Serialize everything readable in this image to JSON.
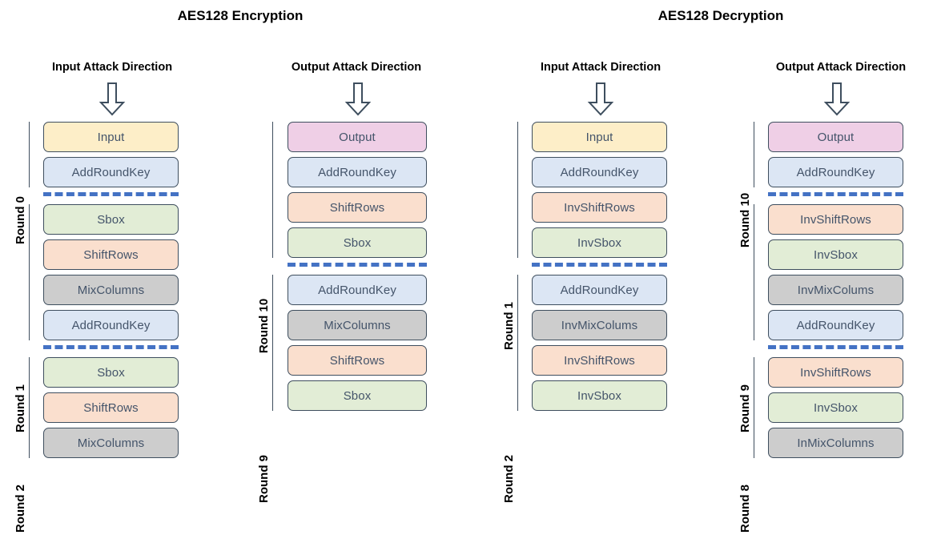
{
  "titles": {
    "encryption": "AES128 Encryption",
    "decryption": "AES128 Decryption"
  },
  "icons": {
    "attack_arrow": "down-block-arrow-icon"
  },
  "colors": {
    "input_fill": "#FDEEC8",
    "output_fill": "#EFCFE6",
    "addroundkey_fill": "#DCE6F4",
    "shiftrows_fill": "#FADFCE",
    "sbox_fill": "#E2EDD6",
    "mixcolumns_fill": "#CDCDCD",
    "box_border": "#3E4E5E",
    "box_text": "#44546A",
    "separator": "#4472C4",
    "title_text": "#000000"
  },
  "columns": [
    {
      "id": "enc-input",
      "heading": "Input Attack Direction",
      "rounds": [
        {
          "label": "Round 0",
          "steps": [
            {
              "label": "Input",
              "fill": "yellow"
            },
            {
              "label": "AddRoundKey",
              "fill": "blue"
            }
          ]
        },
        {
          "label": "Round 1",
          "steps": [
            {
              "label": "Sbox",
              "fill": "green"
            },
            {
              "label": "ShiftRows",
              "fill": "orange"
            },
            {
              "label": "MixColumns",
              "fill": "gray"
            },
            {
              "label": "AddRoundKey",
              "fill": "blue"
            }
          ]
        },
        {
          "label": "Round 2",
          "steps": [
            {
              "label": "Sbox",
              "fill": "green"
            },
            {
              "label": "ShiftRows",
              "fill": "orange"
            },
            {
              "label": "MixColumns",
              "fill": "gray"
            }
          ]
        }
      ]
    },
    {
      "id": "enc-output",
      "heading": "Output Attack Direction",
      "rounds": [
        {
          "label": "Round 10",
          "steps": [
            {
              "label": "Output",
              "fill": "pink"
            },
            {
              "label": "AddRoundKey",
              "fill": "blue"
            },
            {
              "label": "ShiftRows",
              "fill": "orange"
            },
            {
              "label": "Sbox",
              "fill": "green"
            }
          ]
        },
        {
          "label": "Round 9",
          "steps": [
            {
              "label": "AddRoundKey",
              "fill": "blue"
            },
            {
              "label": "MixColumns",
              "fill": "gray"
            },
            {
              "label": "ShiftRows",
              "fill": "orange"
            },
            {
              "label": "Sbox",
              "fill": "green"
            }
          ]
        }
      ]
    },
    {
      "id": "dec-input",
      "heading": "Input Attack Direction",
      "rounds": [
        {
          "label": "Round 1",
          "steps": [
            {
              "label": "Input",
              "fill": "yellow"
            },
            {
              "label": "AddRoundKey",
              "fill": "blue"
            },
            {
              "label": "InvShiftRows",
              "fill": "orange"
            },
            {
              "label": "InvSbox",
              "fill": "green"
            }
          ]
        },
        {
          "label": "Round 2",
          "steps": [
            {
              "label": "AddRoundKey",
              "fill": "blue"
            },
            {
              "label": "InvMixColums",
              "fill": "gray"
            },
            {
              "label": "InvShiftRows",
              "fill": "orange"
            },
            {
              "label": "InvSbox",
              "fill": "green"
            }
          ]
        }
      ]
    },
    {
      "id": "dec-output",
      "heading": "Output Attack Direction",
      "rounds": [
        {
          "label": "Round 10",
          "steps": [
            {
              "label": "Output",
              "fill": "pink"
            },
            {
              "label": "AddRoundKey",
              "fill": "blue"
            }
          ]
        },
        {
          "label": "Round 9",
          "steps": [
            {
              "label": "InvShiftRows",
              "fill": "orange"
            },
            {
              "label": "InvSbox",
              "fill": "green"
            },
            {
              "label": "InvMixColums",
              "fill": "gray"
            },
            {
              "label": "AddRoundKey",
              "fill": "blue"
            }
          ]
        },
        {
          "label": "Round 8",
          "steps": [
            {
              "label": "InvShiftRows",
              "fill": "orange"
            },
            {
              "label": "InvSbox",
              "fill": "green"
            },
            {
              "label": "InMixColumns",
              "fill": "gray"
            }
          ]
        }
      ]
    }
  ]
}
